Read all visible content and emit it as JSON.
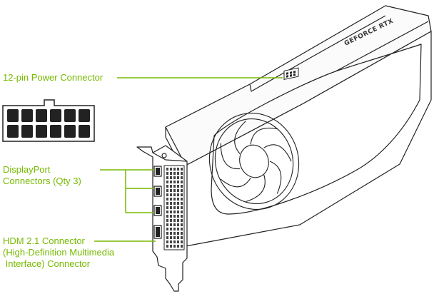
{
  "callouts": {
    "power": {
      "label": "12-pin Power Connector"
    },
    "displayport": {
      "line1": "DisplayPort",
      "line2": "Connectors (Qty 3)"
    },
    "hdmi": {
      "line1": "HDM 2.1 Connector",
      "line2": "(High-Definition Multimedia",
      "line3": " Interface) Connector"
    }
  },
  "card": {
    "brand": "GEFORCE RTX"
  },
  "colors": {
    "accent": "#76b900",
    "outline": "#222222"
  }
}
